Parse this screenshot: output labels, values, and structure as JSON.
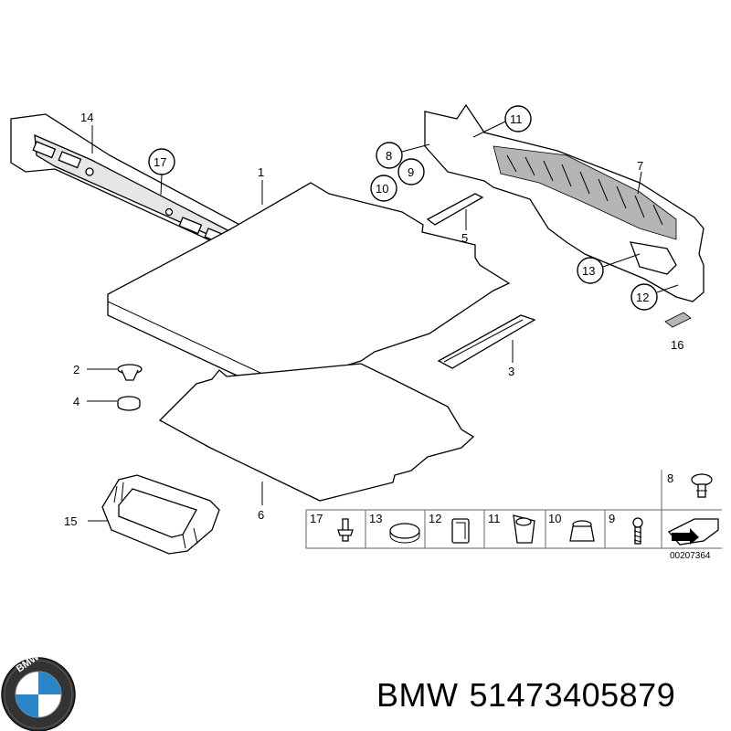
{
  "diagram": {
    "callouts": {
      "c1": "1",
      "c2": "2",
      "c3": "3",
      "c4": "4",
      "c5": "5",
      "c6": "6",
      "c7": "7",
      "c8": "8",
      "c9": "9",
      "c10": "10",
      "c11": "11",
      "c12": "12",
      "c13": "13",
      "c14": "14",
      "c15": "15",
      "c16": "16",
      "c17": "17"
    },
    "legend": {
      "top": "8",
      "cells": [
        "17",
        "13",
        "12",
        "11",
        "10",
        "9"
      ]
    },
    "doc_number": "00207364"
  },
  "footer": {
    "brand": "BMW",
    "part_number": "51473405879",
    "logo_letters": "BMW"
  },
  "colors": {
    "bmw_blue": "#2a86c8",
    "line": "#000000"
  }
}
